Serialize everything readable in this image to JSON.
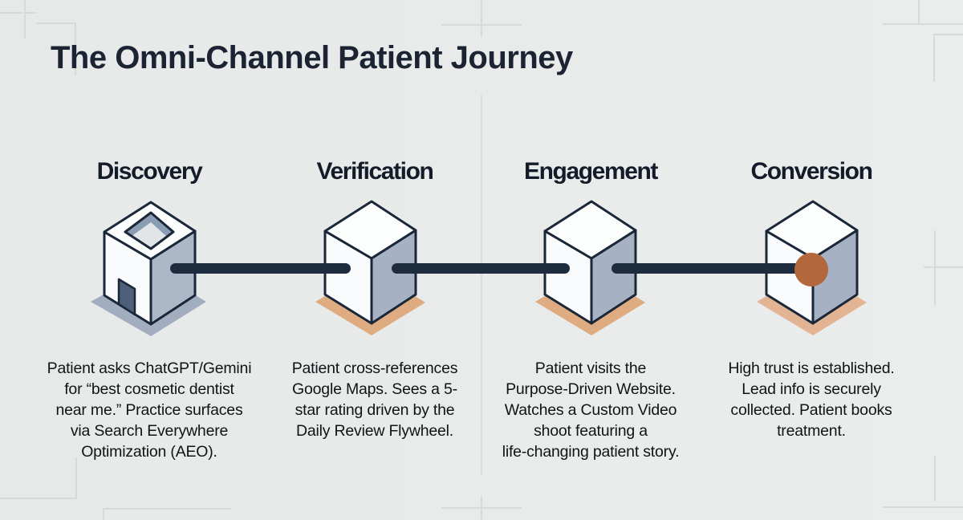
{
  "title": "The Omni-Channel Patient Journey",
  "stages": [
    {
      "name": "Discovery",
      "icon": "open-box-icon",
      "description": "Patient asks ChatGPT/Gemini\nfor “best cosmetic dentist\nnear me.” Practice surfaces\nvia Search Everywhere\nOptimization (AEO)."
    },
    {
      "name": "Verification",
      "icon": "cube-icon",
      "description": "Patient cross-references\nGoogle Maps. Sees a 5-\nstar rating driven by the\nDaily Review Flywheel."
    },
    {
      "name": "Engagement",
      "icon": "cube-icon",
      "description": "Patient visits the\nPurpose-Driven Website.\nWatches a Custom Video\nshoot featuring a\nlife-changing patient story."
    },
    {
      "name": "Conversion",
      "icon": "cube-dot-icon",
      "description": "High trust is established.\nLead info is securely\ncollected. Patient books\ntreatment."
    }
  ],
  "colors": {
    "background": "#e9ebeb",
    "title_navy": "#1c2434",
    "heading_navy": "#141b29",
    "body_text": "#111316",
    "connector_navy": "#1e2c3f",
    "cube_outline": "#1a2738",
    "cube_face_light": "#fcfdfd",
    "cube_face_shaded": "#a6b1c3",
    "shadow_peach": "#dfab80",
    "shadow_gray_blue": "#a2aec0",
    "conversion_dot_rust": "#b4663c"
  }
}
